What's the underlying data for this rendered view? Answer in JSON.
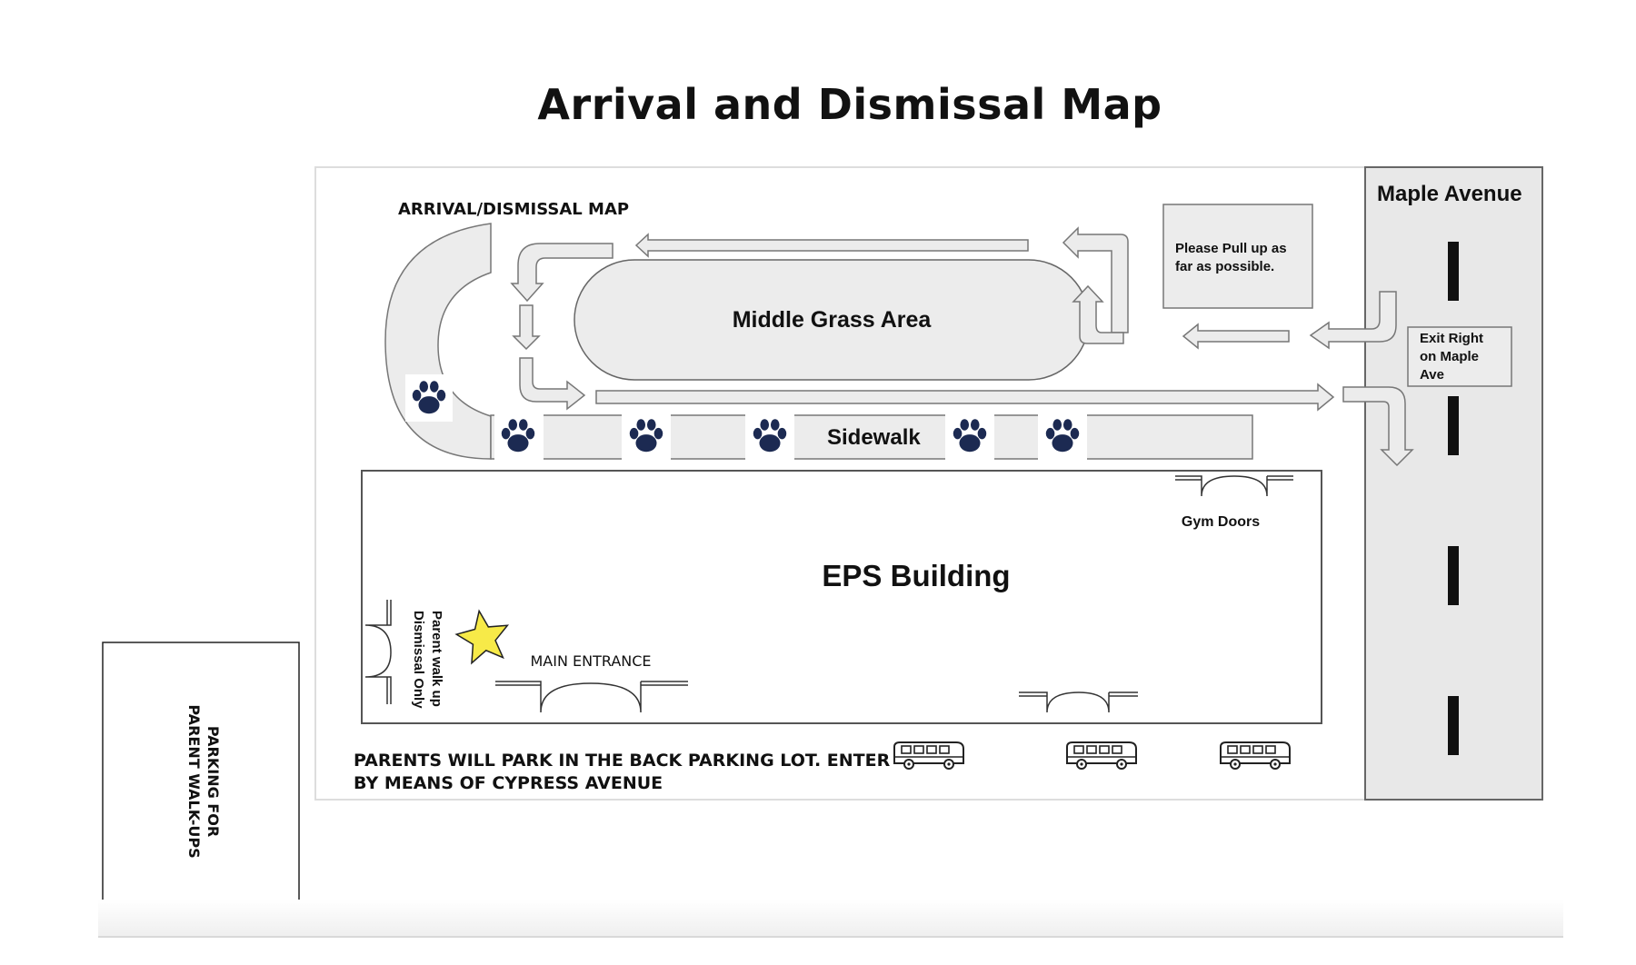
{
  "page": {
    "title": "Arrival and Dismissal Map"
  },
  "map": {
    "heading": "ARRIVAL/DISMISSAL MAP",
    "street": "Maple Avenue",
    "pull_up_note_line1": "Please Pull up as",
    "pull_up_note_line2": "far as possible.",
    "exit_note_line1": "Exit Right",
    "exit_note_line2": "on Maple",
    "exit_note_line3": "Ave",
    "grass_label": "Middle Grass Area",
    "sidewalk_label": "Sidewalk",
    "building_label": "EPS Building",
    "gym_doors_label": "Gym  Doors",
    "main_entrance_label": "MAIN ENTRANCE",
    "walkup_line1": "Parent walk up",
    "walkup_line2": "Dismissal Only",
    "parking_note_line1": "PARENTS WILL PARK IN THE BACK PARKING LOT.  ENTER",
    "parking_note_line2": "BY MEANS OF CYPRESS AVENUE",
    "walkup_parking_line1": "PARKING FOR",
    "walkup_parking_line2": "PARENT WALK-UPS"
  },
  "icons": {
    "paw": "paw-print-icon",
    "star": "star-icon",
    "bus": "school-bus-icon"
  },
  "colors": {
    "paw": "#1c2a52",
    "star": "#f7ea48",
    "road": "#e8e8e8",
    "lane_fill": "#ececec",
    "outline": "#555555"
  }
}
